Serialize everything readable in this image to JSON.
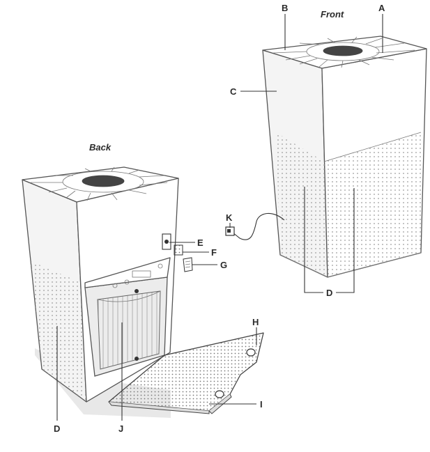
{
  "views": {
    "back": "Back",
    "front": "Front"
  },
  "labels": {
    "A": "A",
    "B": "B",
    "C": "C",
    "D_front": "D",
    "K": "K",
    "E": "E",
    "F": "F",
    "G": "G",
    "H": "H",
    "I": "I",
    "D_back": "D",
    "J": "J"
  }
}
